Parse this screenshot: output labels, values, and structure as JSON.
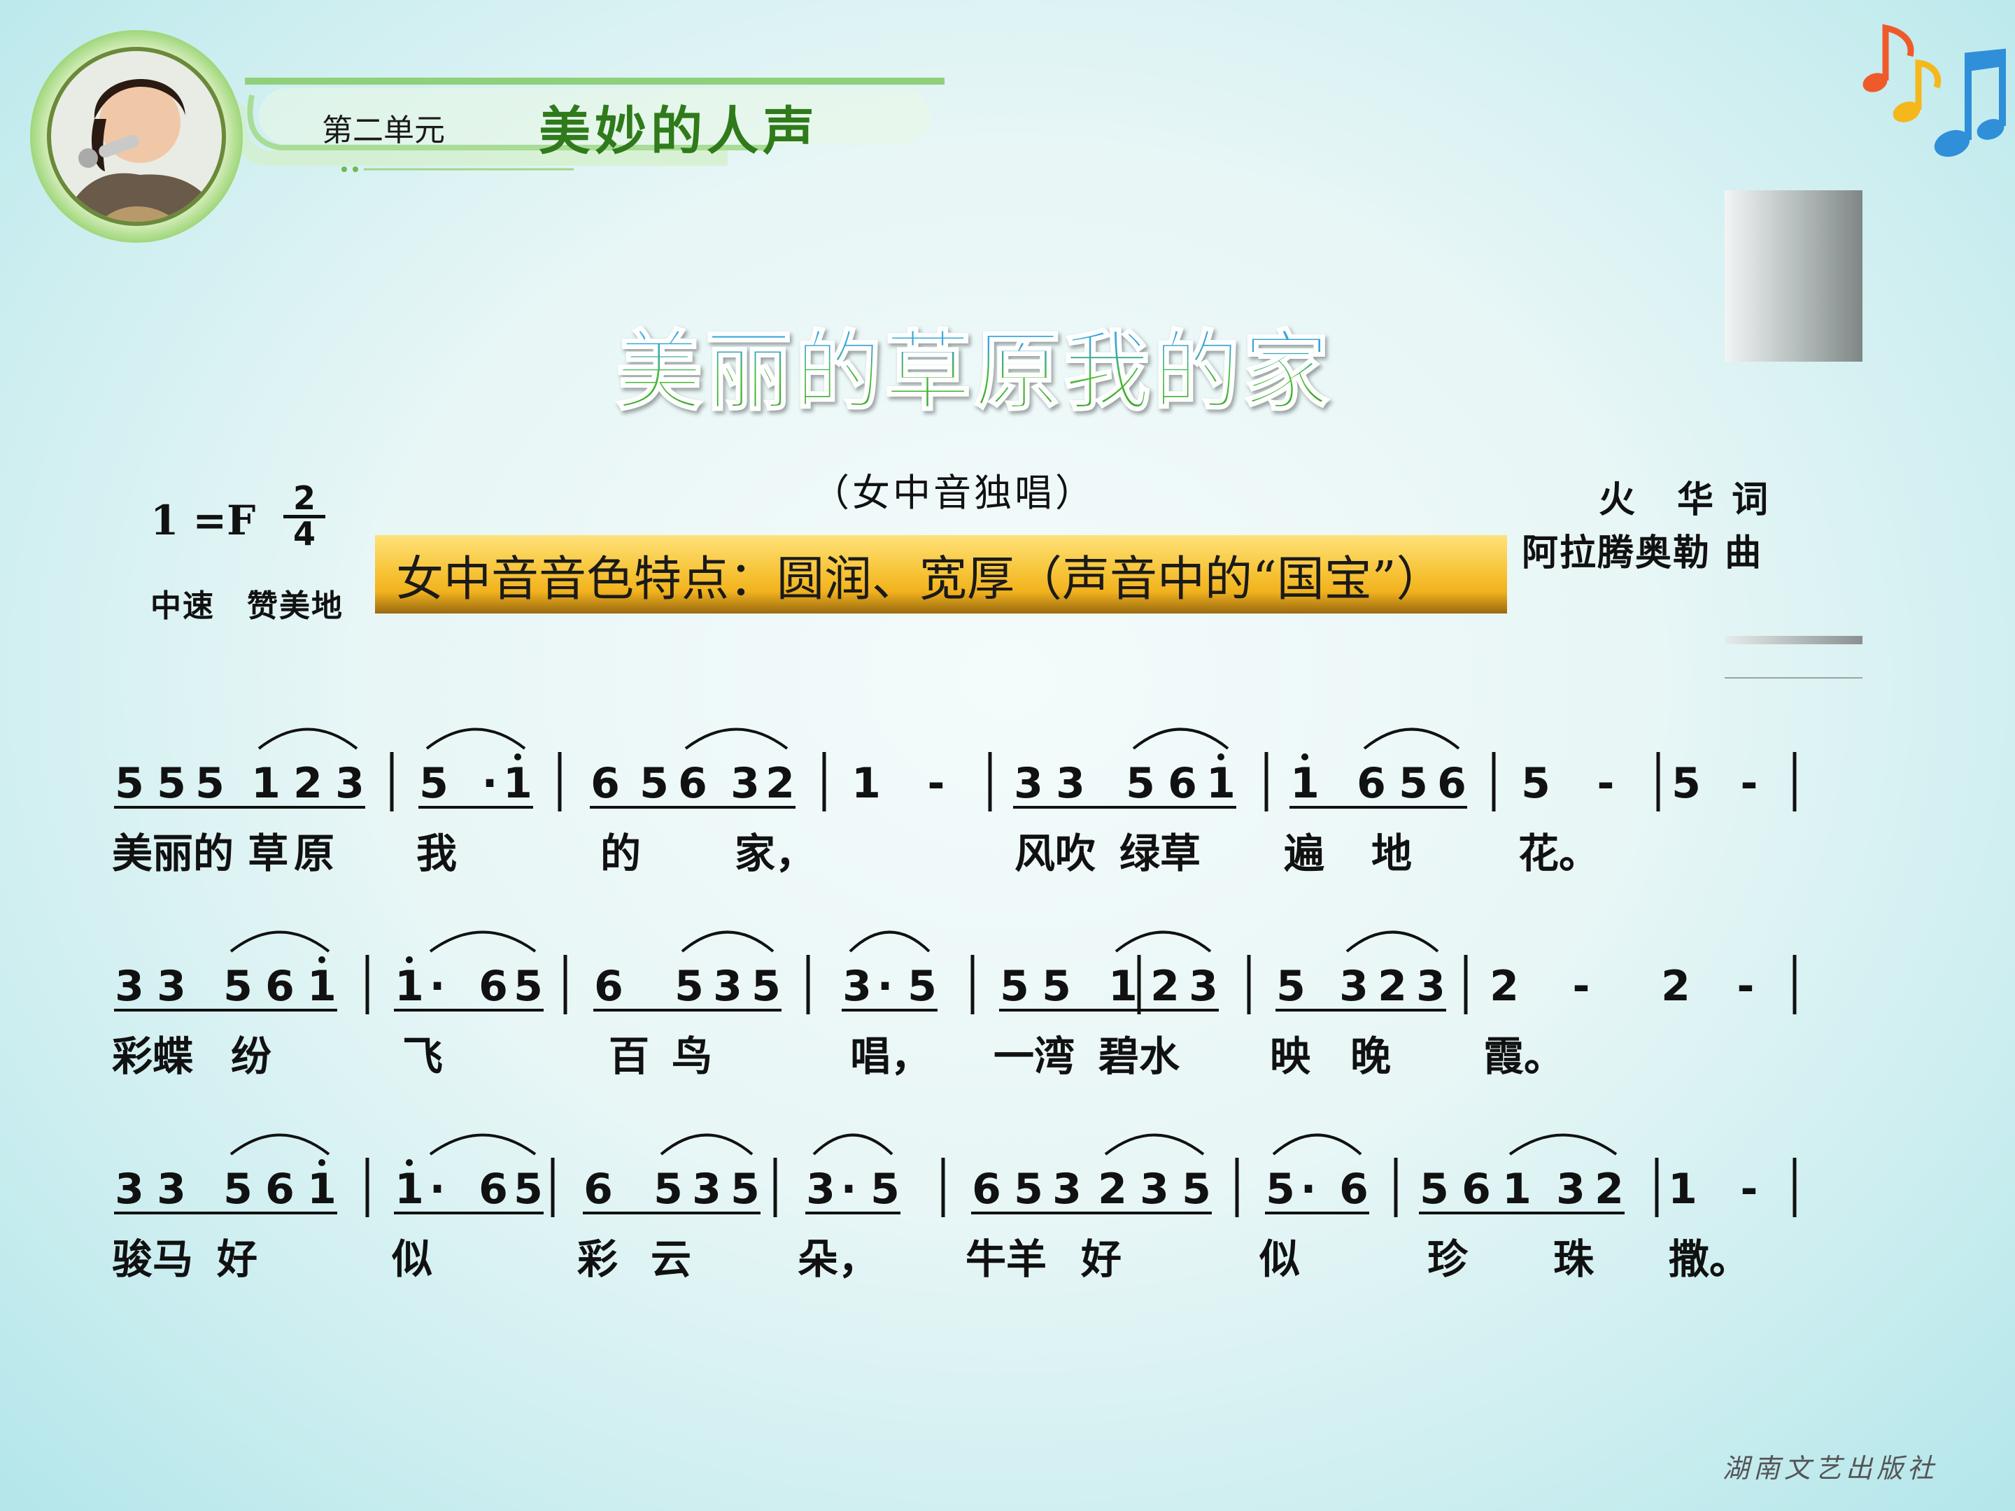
{
  "header": {
    "unit_label": "第二单元",
    "unit_title": "美妙的人声"
  },
  "song": {
    "title": "美丽的草原我的家",
    "subtitle": "（女中音独唱）",
    "key_signature": "1 =F",
    "time_signature": {
      "top": "2",
      "bottom": "4"
    },
    "tempo": "中速　赞美地",
    "lyricist": "火　华 词",
    "composer": "阿拉腾奥勒 曲"
  },
  "banner": {
    "text": "女中音音色特点：圆润、宽厚（声音中的“国宝”）"
  },
  "score": {
    "rows": [
      {
        "measures": [
          [
            "5",
            "5",
            "5",
            "1",
            "2",
            "3"
          ],
          [
            "5",
            "·",
            "i"
          ],
          [
            "6",
            "5",
            "6",
            "3",
            "2"
          ],
          [
            "1",
            "-"
          ],
          [
            "3",
            "3",
            "5",
            "6",
            "i"
          ],
          [
            "i",
            "6",
            "5",
            "6"
          ],
          [
            "5",
            "-"
          ],
          [
            "5",
            "-"
          ]
        ],
        "lyrics": [
          "美丽的 草",
          "原",
          "我",
          "的",
          "家，",
          "风吹",
          "绿草",
          "遍",
          "地",
          "花。"
        ]
      },
      {
        "measures": [
          [
            "3",
            "3",
            "5",
            "6",
            "i"
          ],
          [
            "i",
            "·",
            "6",
            "5"
          ],
          [
            "6",
            "5",
            "3",
            "5"
          ],
          [
            "3",
            "·",
            "5"
          ],
          [
            "5",
            "5",
            "1",
            "2",
            "3"
          ],
          [
            "5",
            "3",
            "2",
            "3"
          ],
          [
            "2",
            "-"
          ],
          [
            "2",
            "-"
          ]
        ],
        "lyrics": [
          "彩蝶",
          "纷",
          "飞",
          "百",
          "鸟",
          "唱，",
          "一湾",
          "碧水",
          "映",
          "晚",
          "霞。"
        ]
      },
      {
        "measures": [
          [
            "3",
            "3",
            "5",
            "6",
            "i"
          ],
          [
            "i",
            "·",
            "6",
            "5"
          ],
          [
            "6",
            "5",
            "3",
            "5"
          ],
          [
            "3",
            "·",
            "5"
          ],
          [
            "6",
            "5",
            "3",
            "2",
            "3",
            "5"
          ],
          [
            "5",
            "·",
            "6"
          ],
          [
            "5",
            "6",
            "1",
            "3",
            "2"
          ],
          [
            "1",
            "-"
          ]
        ],
        "lyrics": [
          "骏马",
          "好",
          "似",
          "彩",
          "云",
          "朵，",
          "牛羊",
          "好",
          "似",
          "珍",
          "珠",
          "撒。"
        ]
      }
    ]
  },
  "publisher": "湖南文艺出版社",
  "icons": [
    "singer-portrait",
    "music-notes-icon"
  ],
  "colors": {
    "title_blue": "#37a3d6",
    "title_green": "#2f9a25",
    "banner_gold": "#f2b21e",
    "unit_title_green": "#2f7a1a"
  }
}
